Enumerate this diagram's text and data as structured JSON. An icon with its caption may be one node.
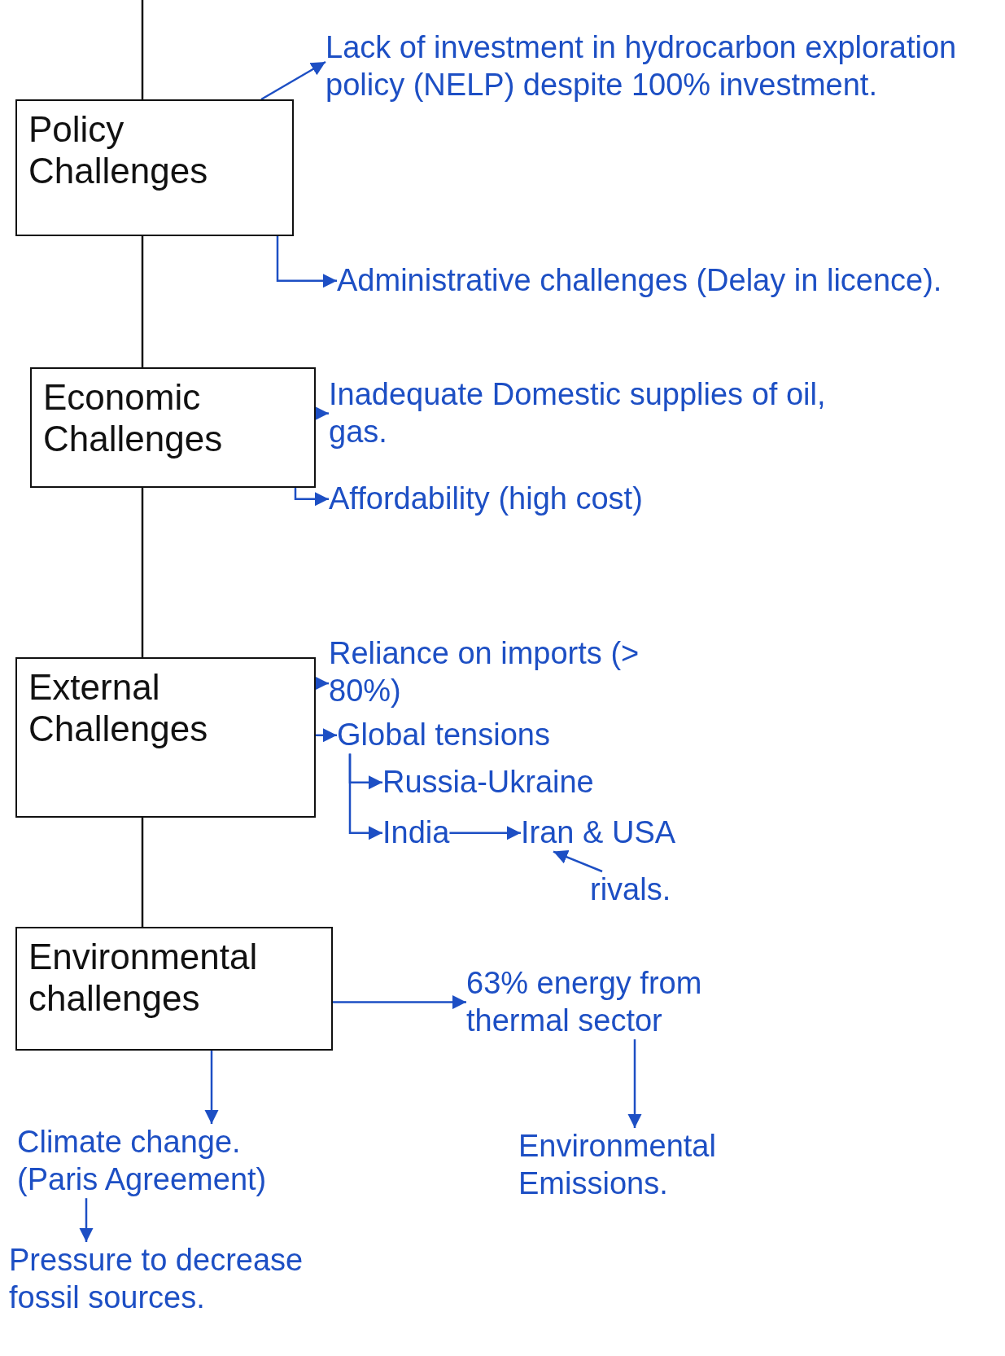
{
  "diagram": {
    "nodes": [
      {
        "text": [
          "Policy Challenges"
        ]
      },
      {
        "text": [
          "Lack of investment in hydrocarbon exploration policy (NELP) despite 100% investment."
        ]
      },
      {
        "text": [
          "Administrative challenges (Delay in licence)."
        ]
      },
      {
        "text": [
          "Economic Challenges"
        ]
      },
      {
        "text": [
          "Inadequate Domestic supplies of oil, gas."
        ]
      },
      {
        "text": [
          "Affordability (high cost)"
        ]
      },
      {
        "text": [
          "External Challenges"
        ]
      },
      {
        "text": [
          "Reliance on imports (> 80%)"
        ]
      },
      {
        "text": [
          "Global tensions"
        ]
      },
      {
        "text": [
          "Russia-Ukraine"
        ]
      },
      {
        "text": [
          "India"
        ]
      },
      {
        "text": [
          "Iran & USA"
        ]
      },
      {
        "text": [
          "rivals."
        ]
      },
      {
        "text": [
          "Environmental challenges"
        ]
      },
      {
        "text": [
          "63% energy from thermal sector"
        ]
      },
      {
        "text": [
          "Environmental Emissions."
        ]
      },
      {
        "text": [
          "Climate change.",
          "(Paris Agreement)"
        ]
      },
      {
        "text": [
          "Pressure to decrease fossil sources."
        ]
      }
    ],
    "edges": [
      {
        "from": null,
        "to": 0,
        "arrow": "none",
        "color": "#111111"
      },
      {
        "from": 0,
        "to": 3,
        "arrow": "none",
        "color": "#111111"
      },
      {
        "from": 3,
        "to": 6,
        "arrow": "none",
        "color": "#111111"
      },
      {
        "from": 6,
        "to": 13,
        "arrow": "none",
        "color": "#111111"
      },
      {
        "from": 0,
        "to": 1,
        "arrow": "to"
      },
      {
        "from": 0,
        "to": 2,
        "arrow": "to"
      },
      {
        "from": 3,
        "to": 4,
        "arrow": "to"
      },
      {
        "from": 3,
        "to": 5,
        "arrow": "to"
      },
      {
        "from": 6,
        "to": 7,
        "arrow": "to"
      },
      {
        "from": 6,
        "to": 8,
        "arrow": "to"
      },
      {
        "from": 8,
        "to": 9,
        "arrow": "to"
      },
      {
        "from": 8,
        "to": 10,
        "arrow": "to"
      },
      {
        "from": 10,
        "to": 11,
        "arrow": "to"
      },
      {
        "from": 12,
        "to": 11,
        "arrow": "to"
      },
      {
        "from": 13,
        "to": 14,
        "arrow": "to"
      },
      {
        "from": 14,
        "to": 15,
        "arrow": "to"
      },
      {
        "from": 13,
        "to": 16,
        "arrow": "to"
      },
      {
        "from": 16,
        "to": 17,
        "arrow": "to"
      }
    ]
  }
}
